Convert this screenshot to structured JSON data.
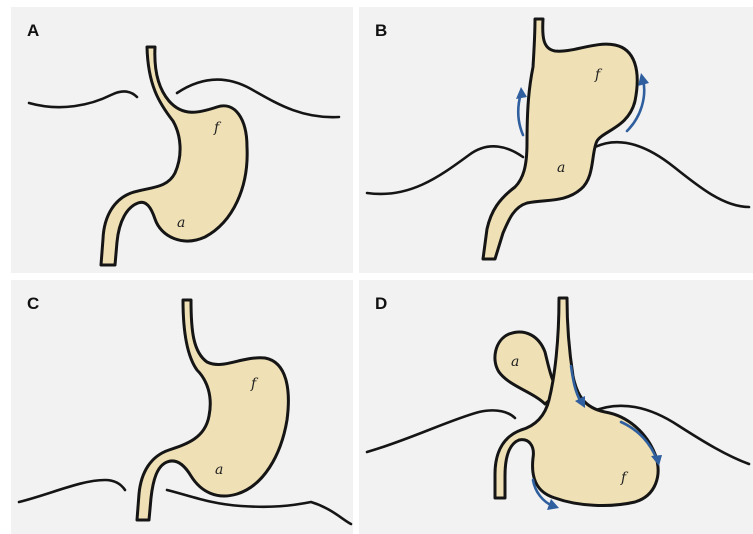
{
  "panels": [
    {
      "letter": "A",
      "labels": {
        "fundus": "f",
        "antrum": "a"
      }
    },
    {
      "letter": "B",
      "labels": {
        "fundus": "f",
        "antrum": "a"
      }
    },
    {
      "letter": "C",
      "labels": {
        "fundus": "f",
        "antrum": "a"
      }
    },
    {
      "letter": "D",
      "labels": {
        "fundus": "f",
        "antrum": "a"
      }
    }
  ],
  "colors": {
    "panel_background": "#f2f2f2",
    "stomach_fill": "#efe0b5",
    "outline": "#151515",
    "arrow": "#2f5f9e"
  }
}
